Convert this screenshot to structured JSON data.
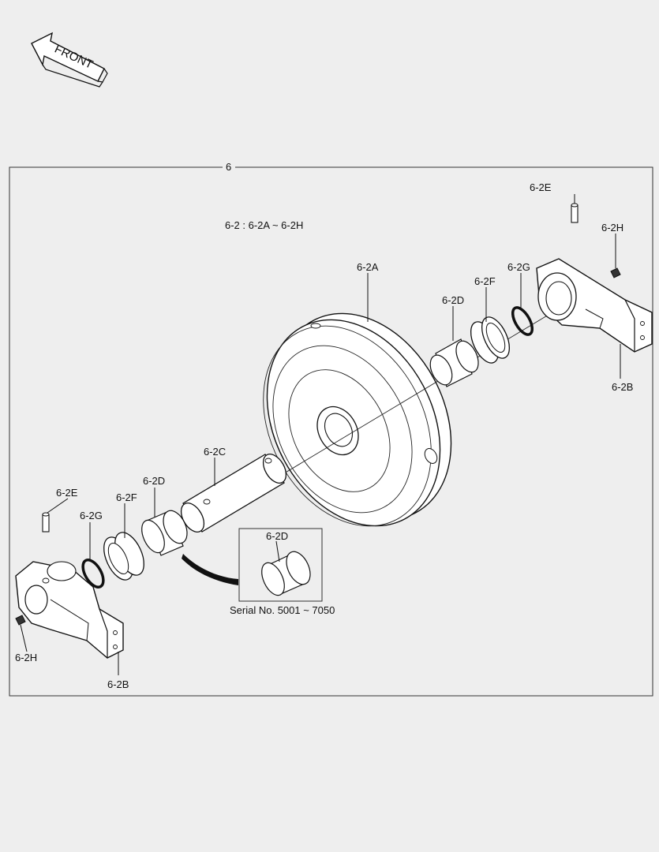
{
  "front_arrow": {
    "label": "FRONT"
  },
  "frame": {
    "assembly_number": "6"
  },
  "note": {
    "text": "6-2 : 6-2A ~ 6-2H"
  },
  "callouts": {
    "e_right": "6-2E",
    "h_right": "6-2H",
    "a": "6-2A",
    "g_right": "6-2G",
    "f_right": "6-2F",
    "d_right": "6-2D",
    "b_right": "6-2B",
    "c": "6-2C",
    "d_left": "6-2D",
    "e_left": "6-2E",
    "f_left": "6-2F",
    "g_left": "6-2G",
    "h_left": "6-2H",
    "b_left": "6-2B"
  },
  "inset": {
    "label": "6-2D",
    "serial": "Serial No. 5001 ~ 7050"
  },
  "colors": {
    "background": "#eeeeee",
    "line": "#111111",
    "part_fill": "#ffffff"
  }
}
